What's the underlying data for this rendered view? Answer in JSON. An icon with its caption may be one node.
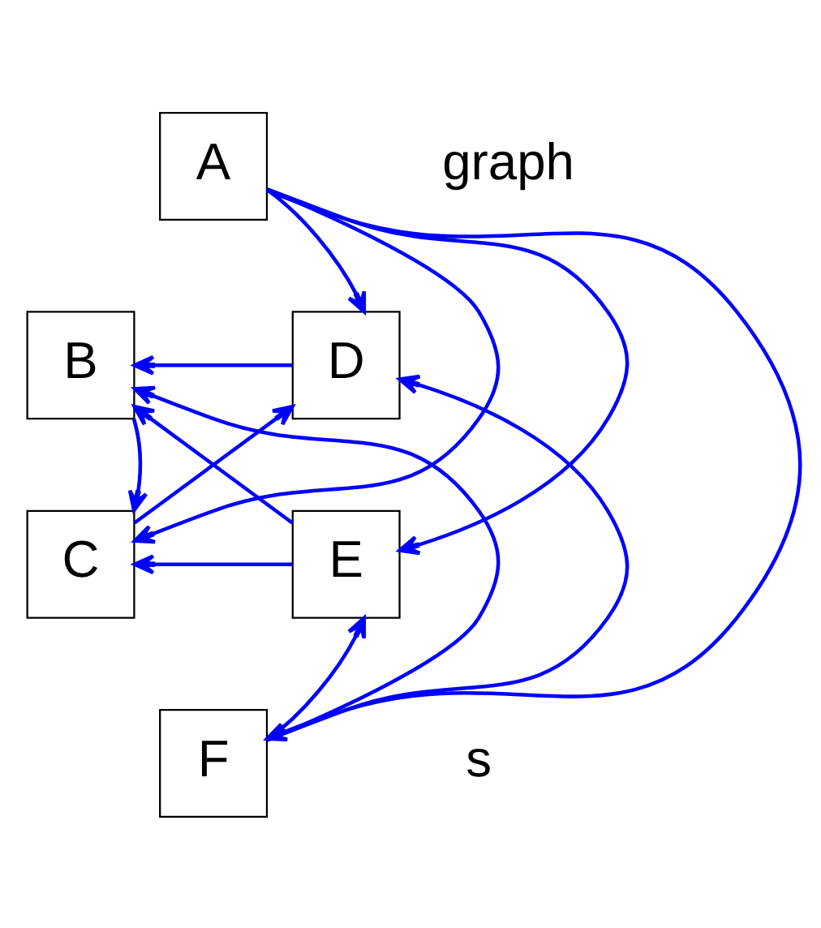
{
  "diagram": {
    "nodes": [
      {
        "text": [
          "A"
        ]
      },
      {
        "text": [
          "B"
        ]
      },
      {
        "text": [
          "D"
        ]
      },
      {
        "text": [
          "C"
        ]
      },
      {
        "text": [
          "E"
        ]
      },
      {
        "text": [
          "F"
        ]
      }
    ],
    "edges": [
      {
        "from": 0,
        "to": 2,
        "arrow": "to"
      },
      {
        "from": 2,
        "to": 1,
        "arrow": "to"
      },
      {
        "from": 0,
        "to": 3,
        "arrow": "to"
      },
      {
        "from": 0,
        "to": 5,
        "arrow": "to"
      },
      {
        "from": 0,
        "to": 4,
        "arrow": "to"
      },
      {
        "from": 1,
        "to": 3,
        "arrow": "to"
      },
      {
        "from": 3,
        "to": 2,
        "arrow": "to"
      },
      {
        "from": 4,
        "to": 1,
        "arrow": "to"
      },
      {
        "from": 5,
        "to": 1,
        "arrow": "to"
      },
      {
        "from": 4,
        "to": 3,
        "arrow": "to"
      },
      {
        "from": 5,
        "to": 2,
        "arrow": "to"
      },
      {
        "from": 5,
        "to": 4,
        "arrow": "to"
      }
    ],
    "labels": [
      "graph",
      "s"
    ]
  }
}
